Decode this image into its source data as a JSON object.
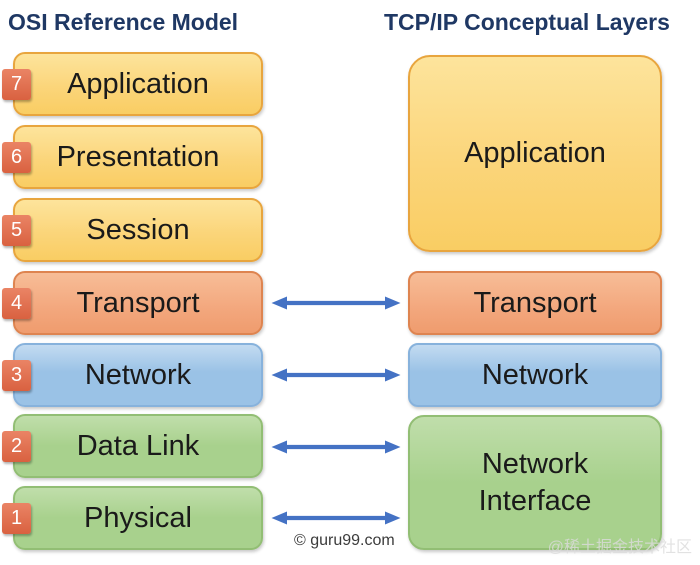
{
  "titles": {
    "left": "OSI Reference Model",
    "right": "TCP/IP Conceptual Layers"
  },
  "osi": {
    "layers": [
      {
        "number": "7",
        "label": "Application"
      },
      {
        "number": "6",
        "label": "Presentation"
      },
      {
        "number": "5",
        "label": "Session"
      },
      {
        "number": "4",
        "label": "Transport"
      },
      {
        "number": "3",
        "label": "Network"
      },
      {
        "number": "2",
        "label": "Data Link"
      },
      {
        "number": "1",
        "label": "Physical"
      }
    ]
  },
  "tcpip": {
    "layers": [
      {
        "label": "Application"
      },
      {
        "label": "Transport"
      },
      {
        "label": "Network"
      },
      {
        "label": "Network Interface",
        "line1": "Network",
        "line2": "Interface"
      }
    ]
  },
  "watermarks": {
    "copyright": "© guru99.com",
    "community": "@稀土掘金技术社区"
  },
  "colors": {
    "title": "#1F3864",
    "text": "#1A1A1A",
    "arrow": "#4472C4",
    "yellow-light": "#FDE49C",
    "yellow-fill": "#FBD57A",
    "yellow-deep": "#F9CD63",
    "yellow-border": "#E8A53E",
    "salmon-light": "#F7BD97",
    "salmon-fill": "#F3A77D",
    "salmon-deep": "#EF9C6E",
    "salmon-border": "#DE8450",
    "blue-light": "#C3DBF1",
    "blue-fill": "#9AC2E6",
    "blue-border": "#87B2DC",
    "green-light": "#C0DEAB",
    "green-fill": "#A8D18D",
    "green-border": "#92BE74",
    "badge-top": "#EA8465",
    "badge-bottom": "#D96140",
    "badge-text": "#FFFFFF",
    "watermark-copyright": "#3B3B3B",
    "watermark-community": "#DCDCDC"
  }
}
